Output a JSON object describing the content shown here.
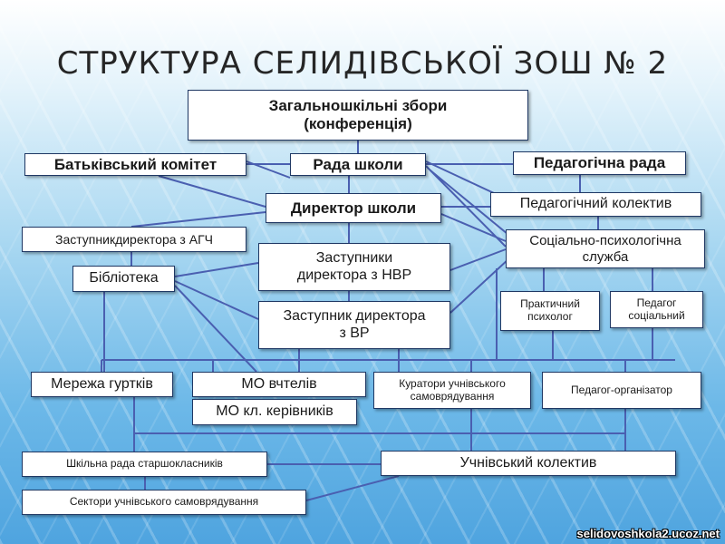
{
  "title": "СТРУКТУРА СЕЛИДІВСЬКОЇ ЗОШ № 2",
  "nodes": {
    "zahalni_zbory": "Загальношкільні збори (конференція)",
    "batkivskyi_komitet": "Батьківський  комітет",
    "rada_shkoly": "Рада школи",
    "pedahohichna_rada": "Педагогічна рада",
    "dyrektor": "Директор  школи",
    "pedahohichnyi_kolektyv": "Педагогічний колектив",
    "zastupnyk_ahch": "Заступникдиректора з АГЧ",
    "zastupnyky_nvr": "Заступники директора з НВР",
    "sots_psykh_sluzhba": "Соціально-психологічна служба",
    "biblioteka": "Бібліотека",
    "praktychnyi_psykholoh": "Практичний психолог",
    "pedahoh_sotsialnyi": "Педагог соціальний",
    "zastupnyk_vr": "Заступник директора з ВР",
    "merezha_hurtkiv": "Мережа гуртків",
    "mo_vchyteliv": "МО  вчтелів",
    "kuratory": "Куратори учнівського самоврядування",
    "pedahoh_orhanizator": "Педагог-організатор",
    "mo_kl_kerivnykiv": "МО  кл. керівників",
    "rada_starshoklasnykiv": "Шкільна рада старшокласників",
    "uchnivskyi_kolektyv": "Учнівський колектив",
    "sektory": "Сектори учнівського самоврядування"
  },
  "watermark": "selidovoshkola2.ucoz.net",
  "colors": {
    "connector": "#4a5fb0",
    "box_border": "#1f3864"
  }
}
